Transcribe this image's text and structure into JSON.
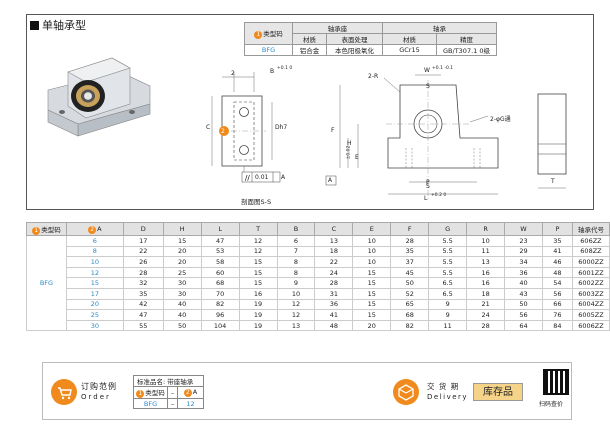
{
  "title": "单轴承型",
  "spec": {
    "type_code_label": "类型码",
    "type_code_num": "1",
    "housing": "轴承座",
    "bearing": "轴承",
    "material": "材质",
    "surface": "表面处理",
    "precision": "精度",
    "row_code": "BFG",
    "row_housing_material": "铝合金",
    "row_surface": "本色阳极氧化",
    "row_bearing_material": "GCr15",
    "row_precision": "GB/T307.1 0级"
  },
  "drawing": {
    "section_label": "剖面图S-S",
    "flatness": "0.01",
    "datum": "A",
    "dim_2": "2",
    "dim_B": "B",
    "dim_B_tol": "+0.1 0",
    "dim_C": "C",
    "dim_Dh7": "Dh7",
    "dim_2R": "2-R",
    "dim_W": "W",
    "dim_W_tol": "+0.1 -0.1",
    "dim_S": "S",
    "dim_F": "F",
    "dim_H": "H",
    "dim_H_tol": "±0.02",
    "dim_E": "E",
    "dim_hole": "2-φG通",
    "dim_P": "P",
    "dim_L": "L",
    "dim_L_tol": "+0.2 0",
    "dim_T": "T",
    "badge_a": "2"
  },
  "table": {
    "headers": [
      "类型码",
      "A",
      "D",
      "H",
      "L",
      "T",
      "B",
      "C",
      "E",
      "F",
      "G",
      "R",
      "W",
      "P",
      "轴承代号"
    ],
    "type_code": "BFG",
    "rows": [
      [
        "6",
        "17",
        "15",
        "47",
        "12",
        "6",
        "13",
        "10",
        "28",
        "5.5",
        "10",
        "23",
        "35",
        "606ZZ"
      ],
      [
        "8",
        "22",
        "20",
        "53",
        "12",
        "7",
        "18",
        "10",
        "35",
        "5.5",
        "11",
        "29",
        "41",
        "608ZZ"
      ],
      [
        "10",
        "26",
        "20",
        "58",
        "15",
        "8",
        "22",
        "10",
        "37",
        "5.5",
        "13",
        "34",
        "46",
        "6000ZZ"
      ],
      [
        "12",
        "28",
        "25",
        "60",
        "15",
        "8",
        "24",
        "15",
        "45",
        "5.5",
        "16",
        "36",
        "48",
        "6001ZZ"
      ],
      [
        "15",
        "32",
        "30",
        "68",
        "15",
        "9",
        "28",
        "15",
        "50",
        "6.5",
        "16",
        "40",
        "54",
        "6002ZZ"
      ],
      [
        "17",
        "35",
        "30",
        "70",
        "16",
        "10",
        "31",
        "15",
        "52",
        "6.5",
        "18",
        "43",
        "56",
        "6003ZZ"
      ],
      [
        "20",
        "42",
        "40",
        "82",
        "19",
        "12",
        "36",
        "15",
        "65",
        "9",
        "21",
        "50",
        "66",
        "6004ZZ"
      ],
      [
        "25",
        "47",
        "40",
        "96",
        "19",
        "12",
        "41",
        "15",
        "68",
        "9",
        "24",
        "56",
        "76",
        "6005ZZ"
      ],
      [
        "30",
        "55",
        "50",
        "104",
        "19",
        "13",
        "48",
        "20",
        "82",
        "11",
        "28",
        "64",
        "84",
        "6006ZZ"
      ]
    ]
  },
  "order": {
    "title_cn": "订购范例",
    "title_en": "Order",
    "std_name": "标准品名: 带座轴承",
    "type_code": "类型码",
    "A": "A",
    "dash": "–",
    "code_val": "BFG",
    "a_val": "12",
    "delivery_cn": "交 货 期",
    "delivery_en": "Delivery",
    "stock": "库存品",
    "scan": "扫码查价"
  },
  "colors": {
    "orange": "#f08a1c",
    "blue": "#2a8ac9",
    "stock_bg": "#f5d48a"
  }
}
